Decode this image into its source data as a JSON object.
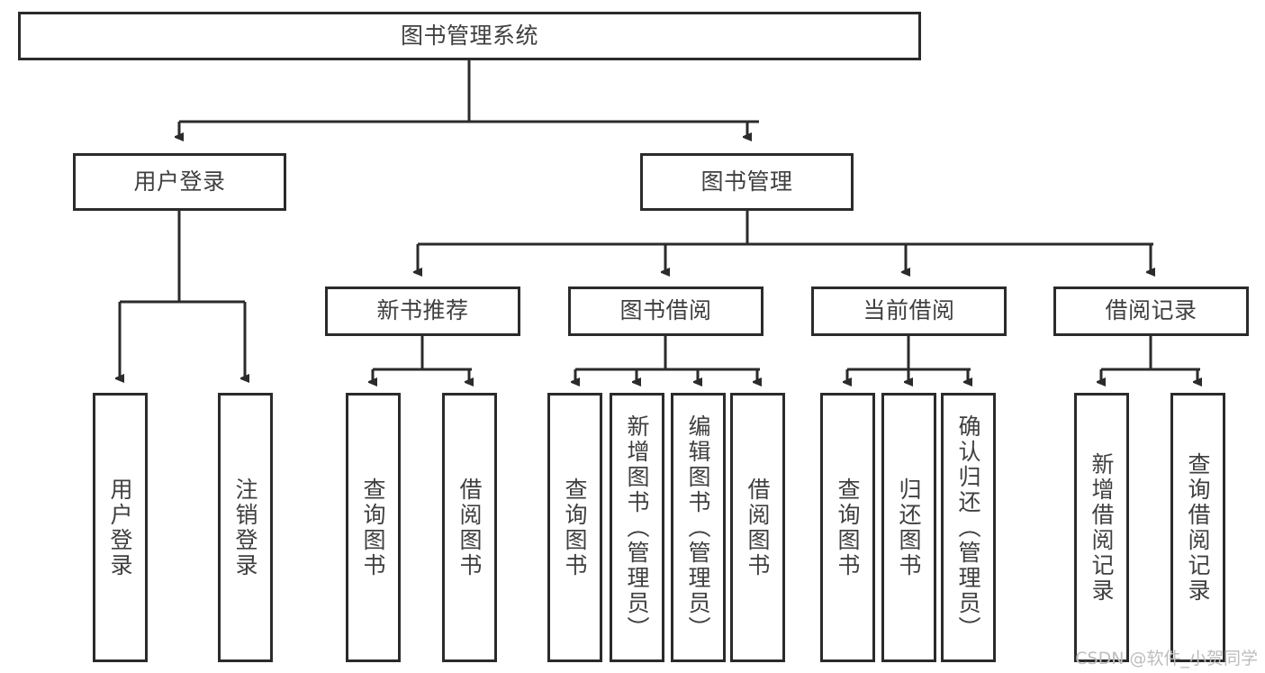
{
  "diagram": {
    "type": "tree-hierarchy-diagram",
    "title": "图书管理系统",
    "line_color": "#2b2b2b",
    "text_color": "#3f3f3f",
    "background_color": "#ffffff",
    "nodes": {
      "root": {
        "label": "图书管理系统"
      },
      "level2": [
        {
          "label": "用户登录"
        },
        {
          "label": "图书管理"
        }
      ],
      "level3": [
        {
          "label": "新书推荐"
        },
        {
          "label": "图书借阅"
        },
        {
          "label": "当前借阅"
        },
        {
          "label": "借阅记录"
        }
      ],
      "leaves": {
        "user_login": [
          {
            "label": "用户登录"
          },
          {
            "label": "注销登录"
          }
        ],
        "new_book_recommend": [
          {
            "label": "查询图书"
          },
          {
            "label": "借阅图书"
          }
        ],
        "book_borrow": [
          {
            "label": "查询图书"
          },
          {
            "label": "新增图书（管理员）"
          },
          {
            "label": "编辑图书（管理员）"
          },
          {
            "label": "借阅图书"
          }
        ],
        "current_borrow": [
          {
            "label": "查询图书"
          },
          {
            "label": "归还图书"
          },
          {
            "label": "确认归还（管理员）"
          }
        ],
        "borrow_record": [
          {
            "label": "新增借阅记录"
          },
          {
            "label": "查询借阅记录"
          }
        ]
      }
    }
  },
  "watermark": {
    "text": "CSDN @软件_小贺同学"
  }
}
